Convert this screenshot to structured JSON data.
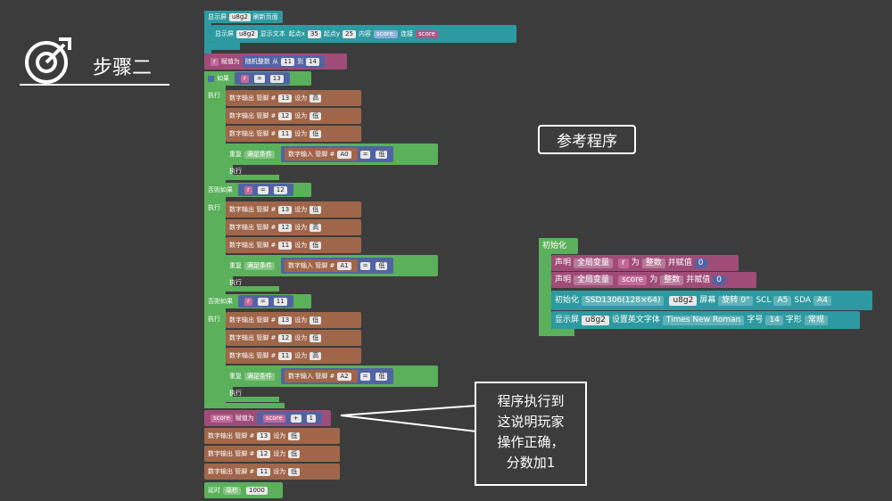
{
  "header": {
    "step_title": "步骤二"
  },
  "reference_box": {
    "text": "参考程序"
  },
  "callout": {
    "lines": [
      "程序执行到",
      "这说明玩家",
      "操作正确，",
      "分数加1"
    ]
  },
  "blocks": {
    "display_page": "显示屏",
    "u8g2": "u8g2",
    "refresh_page": "刷新页面",
    "display_text_pre": "显示屏",
    "display_text_label": "显示文本",
    "start_x_label": "起点x",
    "start_x_val": "35",
    "start_y_label": "起点y",
    "start_y_val": "25",
    "content_label": "内容",
    "score_str": "score: ",
    "concat_label": "连接",
    "score_var": "score",
    "r_var": "r",
    "assign_label": "赋值为",
    "random_label": "随机整数 从",
    "random_from": "11",
    "random_to_label": "到",
    "random_to": "14",
    "if_label": "如果",
    "eq": "=",
    "v13": "13",
    "v12": "12",
    "v11": "11",
    "exec_label": "执行",
    "else_if_label": "否则如果",
    "dout_label": "数字输出 管脚 #",
    "set_label": "设为",
    "high": "高",
    "low": "低",
    "repeat_label": "重复",
    "cond_label": "满足条件",
    "din_label": "数字输入 管脚 #",
    "a0": "A0",
    "a1": "A1",
    "a2": "A2",
    "plus": "+",
    "one": "1",
    "delay_label": "延时",
    "ms": "毫秒",
    "delay_val": "1000"
  },
  "init": {
    "title": "初始化",
    "declare": "声明",
    "global_var": "全局变量",
    "r": "r",
    "as": "为",
    "int": "整数",
    "and_assign": "并赋值",
    "zero": "0",
    "score": "score",
    "init_label": "初始化",
    "ssd": "SSD1306(128×64)",
    "u8g2": "u8g2",
    "screen": "屏幕",
    "rotate": "旋转 0°",
    "scl": "SCL",
    "a5": "A5",
    "sda": "SDA",
    "a4": "A4",
    "disp": "显示屏",
    "font_set": "设置英文字体",
    "font": "Times New Roman",
    "size_label": "字号",
    "size": "14",
    "style_label": "字形",
    "style": "常规"
  }
}
